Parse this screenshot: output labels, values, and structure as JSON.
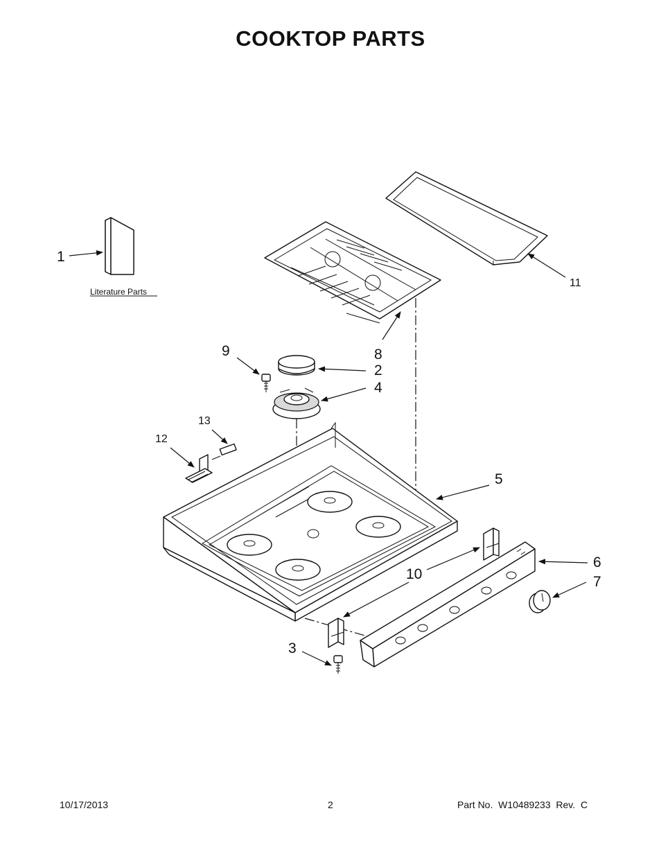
{
  "title": "COOKTOP PARTS",
  "literature_label": "Literature Parts",
  "callouts": {
    "c1": "1",
    "c2": "2",
    "c3": "3",
    "c4": "4",
    "c5": "5",
    "c6": "6",
    "c7": "7",
    "c8": "8",
    "c9": "9",
    "c10": "10",
    "c11": "11",
    "c12": "12",
    "c13": "13"
  },
  "footer": {
    "date": "10/17/2013",
    "page": "2",
    "part_no": "Part No.  W10489233  Rev.  C"
  }
}
